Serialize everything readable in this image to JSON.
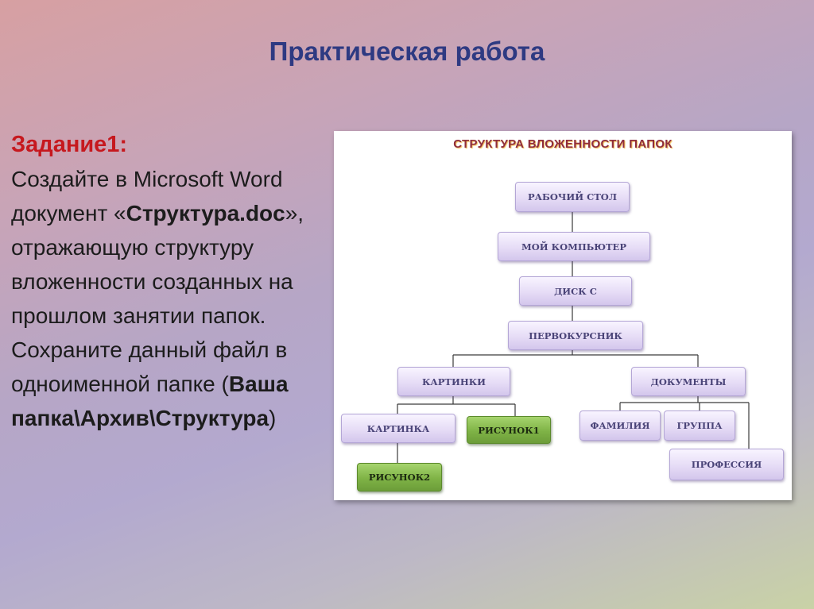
{
  "slide": {
    "title": "Практическая работа",
    "task_heading": "Задание1:",
    "task_text_1": "Создайте в Microsoft Word документ «",
    "task_bold_1": "Структура.doc",
    "task_text_2": "», отражающую структуру вложенности созданных на прошлом занятии папок. Сохраните данный файл в одноименной папке (",
    "task_bold_2": "Ваша папка\\Архив\\Структура",
    "task_text_3": ")"
  },
  "diagram": {
    "title": "СТРУКТУРА ВЛОЖЕННОСТИ ПАПОК",
    "nodes": {
      "desktop": "РАБОЧИЙ СТОЛ",
      "my_computer": "МОЙ КОМПЬЮТЕР",
      "disk_c": "ДИСК С",
      "first_year": "ПЕРВОКУРСНИК",
      "pictures": "КАРТИНКИ",
      "documents": "ДОКУМЕНТЫ",
      "picture": "КАРТИНКА",
      "drawing1": "РИСУНОК1",
      "drawing2": "РИСУНОК2",
      "surname": "ФАМИЛИЯ",
      "group": "ГРУППА",
      "profession": "ПРОФЕССИЯ"
    },
    "colors": {
      "folder": "#e6dcf6",
      "file": "#7fb346",
      "title": "#8e2d3e"
    }
  }
}
